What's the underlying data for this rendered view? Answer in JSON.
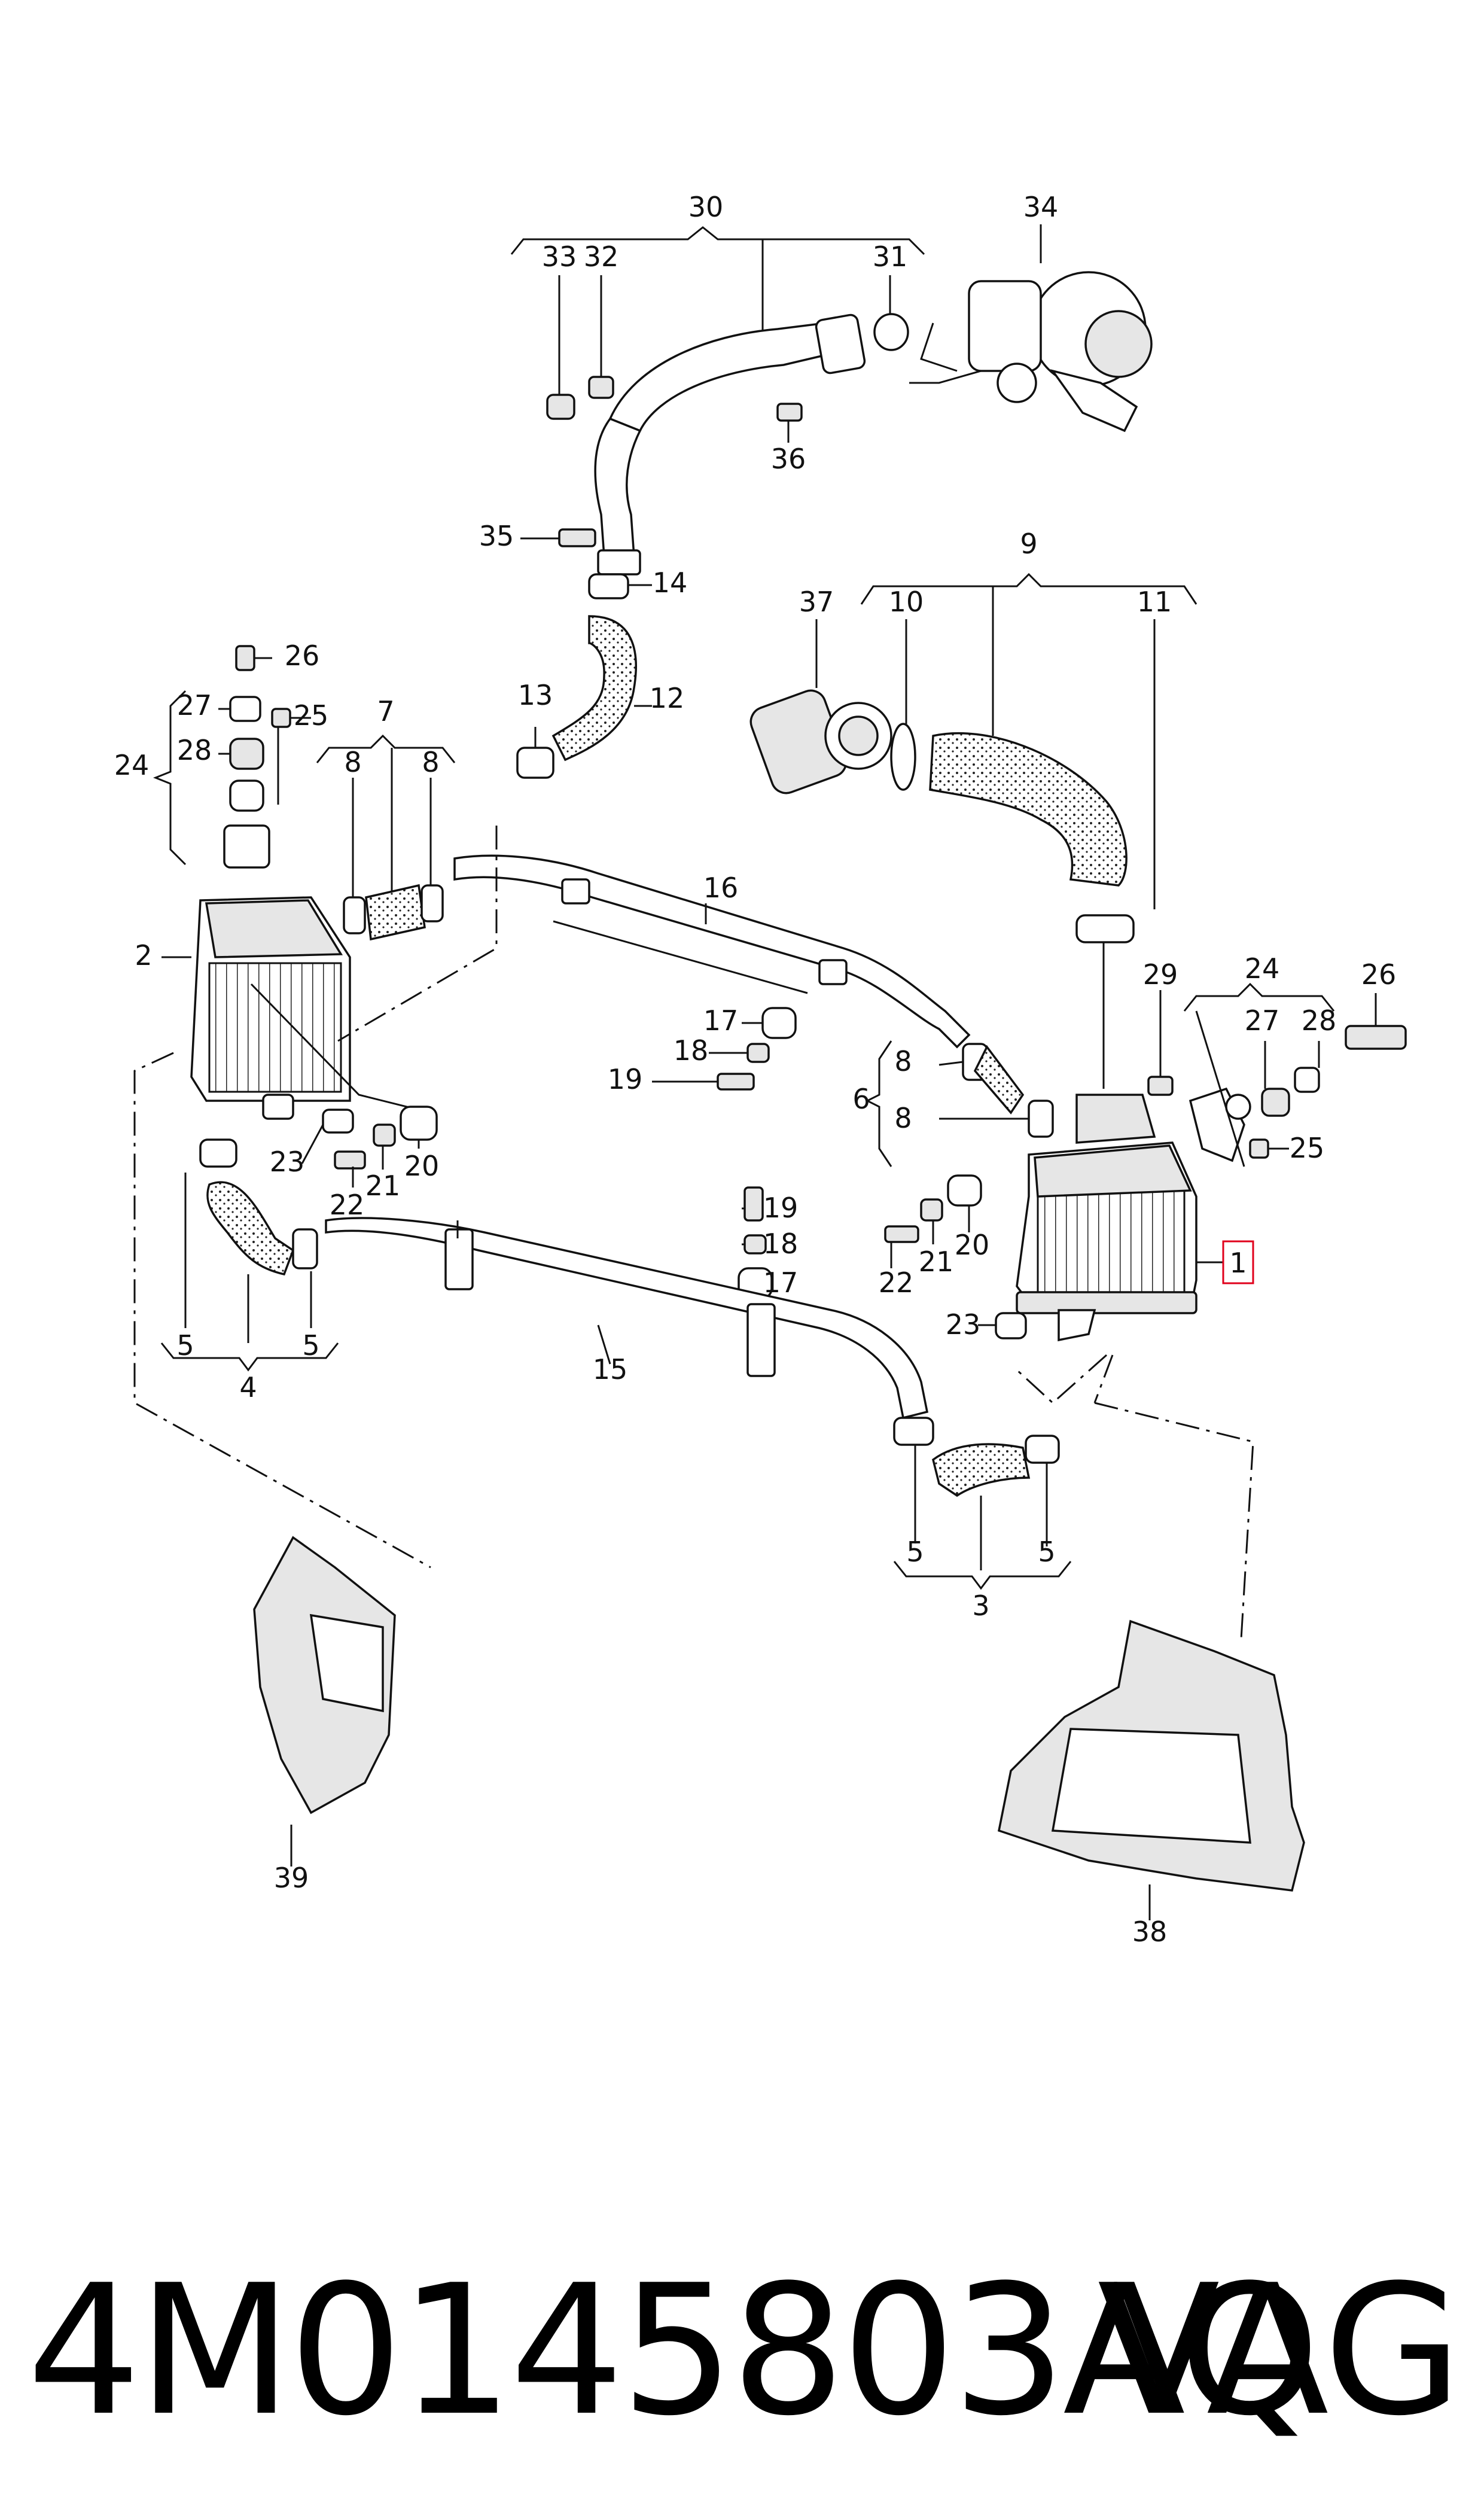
{
  "callouts": [
    {
      "id": "1"
    },
    {
      "id": "2"
    },
    {
      "id": "3"
    },
    {
      "id": "4"
    },
    {
      "id": "5"
    },
    {
      "id": "6"
    },
    {
      "id": "7"
    },
    {
      "id": "8"
    },
    {
      "id": "9"
    },
    {
      "id": "10"
    },
    {
      "id": "11"
    },
    {
      "id": "12"
    },
    {
      "id": "13"
    },
    {
      "id": "14"
    },
    {
      "id": "15"
    },
    {
      "id": "16"
    },
    {
      "id": "17"
    },
    {
      "id": "18"
    },
    {
      "id": "19"
    },
    {
      "id": "20"
    },
    {
      "id": "21"
    },
    {
      "id": "22"
    },
    {
      "id": "23"
    },
    {
      "id": "24"
    },
    {
      "id": "25"
    },
    {
      "id": "26"
    },
    {
      "id": "27"
    },
    {
      "id": "28"
    },
    {
      "id": "29"
    },
    {
      "id": "30"
    },
    {
      "id": "31"
    },
    {
      "id": "32"
    },
    {
      "id": "33"
    },
    {
      "id": "34"
    },
    {
      "id": "35"
    },
    {
      "id": "36"
    },
    {
      "id": "37"
    },
    {
      "id": "38"
    },
    {
      "id": "39"
    }
  ],
  "highlight": {
    "callout": "1",
    "color": "#e0001b"
  },
  "footer": {
    "part_number": "4M0145803AQ",
    "brand": "VAG"
  }
}
